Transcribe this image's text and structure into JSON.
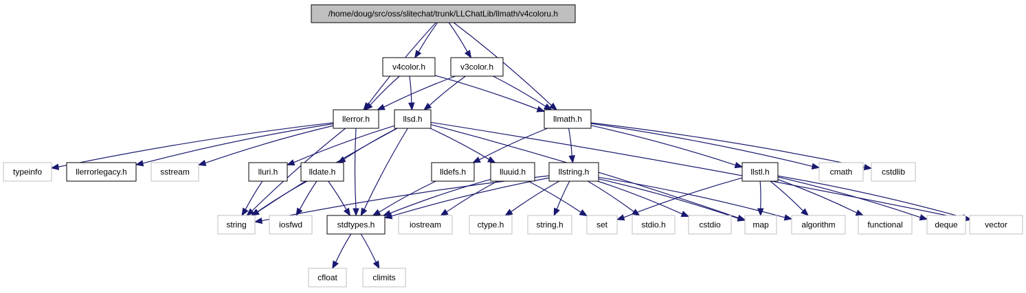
{
  "diagram": {
    "kind": "include-dependency-graph",
    "colors": {
      "edge": "#191970",
      "root_fill": "#bfbfbf",
      "documented_border": "#000000",
      "external_border": "#bfbfbf",
      "background": "#ffffff"
    },
    "nodes": [
      {
        "id": "root",
        "label": "/home/doug/src/oss/slitechat/trunk/LLChatLib/llmath/v4coloru.h",
        "style": "root"
      },
      {
        "id": "v4color",
        "label": "v4color.h",
        "style": "documented"
      },
      {
        "id": "v3color",
        "label": "v3color.h",
        "style": "documented"
      },
      {
        "id": "llerror",
        "label": "llerror.h",
        "style": "documented"
      },
      {
        "id": "llsd",
        "label": "llsd.h",
        "style": "documented"
      },
      {
        "id": "llmath",
        "label": "llmath.h",
        "style": "documented"
      },
      {
        "id": "typeinfo",
        "label": "typeinfo",
        "style": "external"
      },
      {
        "id": "llerrorlegacy",
        "label": "llerrorlegacy.h",
        "style": "documented"
      },
      {
        "id": "sstream",
        "label": "sstream",
        "style": "external"
      },
      {
        "id": "lluri",
        "label": "lluri.h",
        "style": "documented"
      },
      {
        "id": "lldate",
        "label": "lldate.h",
        "style": "documented"
      },
      {
        "id": "lldefs",
        "label": "lldefs.h",
        "style": "documented"
      },
      {
        "id": "lluuid",
        "label": "lluuid.h",
        "style": "documented"
      },
      {
        "id": "llstring",
        "label": "llstring.h",
        "style": "documented"
      },
      {
        "id": "llstl",
        "label": "llstl.h",
        "style": "documented"
      },
      {
        "id": "cmath",
        "label": "cmath",
        "style": "external"
      },
      {
        "id": "cstdlib",
        "label": "cstdlib",
        "style": "external"
      },
      {
        "id": "string",
        "label": "string",
        "style": "external"
      },
      {
        "id": "iosfwd",
        "label": "iosfwd",
        "style": "external"
      },
      {
        "id": "stdtypes",
        "label": "stdtypes.h",
        "style": "documented"
      },
      {
        "id": "iostream",
        "label": "iostream",
        "style": "external"
      },
      {
        "id": "ctype",
        "label": "ctype.h",
        "style": "external"
      },
      {
        "id": "string_h",
        "label": "string.h",
        "style": "external"
      },
      {
        "id": "set",
        "label": "set",
        "style": "external"
      },
      {
        "id": "stdio",
        "label": "stdio.h",
        "style": "external"
      },
      {
        "id": "cstdio",
        "label": "cstdio",
        "style": "external"
      },
      {
        "id": "map",
        "label": "map",
        "style": "external"
      },
      {
        "id": "algorithm",
        "label": "algorithm",
        "style": "external"
      },
      {
        "id": "functional",
        "label": "functional",
        "style": "external"
      },
      {
        "id": "deque",
        "label": "deque",
        "style": "external"
      },
      {
        "id": "vector",
        "label": "vector",
        "style": "external"
      },
      {
        "id": "cfloat",
        "label": "cfloat",
        "style": "external"
      },
      {
        "id": "climits",
        "label": "climits",
        "style": "external"
      }
    ],
    "edges": [
      {
        "from": "root",
        "to": "llerror"
      },
      {
        "from": "root",
        "to": "v4color"
      },
      {
        "from": "root",
        "to": "v3color"
      },
      {
        "from": "root",
        "to": "llmath"
      },
      {
        "from": "v4color",
        "to": "llerror"
      },
      {
        "from": "v4color",
        "to": "llsd"
      },
      {
        "from": "v4color",
        "to": "llmath"
      },
      {
        "from": "v3color",
        "to": "llerror"
      },
      {
        "from": "v3color",
        "to": "llsd"
      },
      {
        "from": "v3color",
        "to": "llmath"
      },
      {
        "from": "llerror",
        "to": "typeinfo"
      },
      {
        "from": "llerror",
        "to": "llerrorlegacy"
      },
      {
        "from": "llerror",
        "to": "sstream"
      },
      {
        "from": "llerror",
        "to": "string"
      },
      {
        "from": "llerror",
        "to": "stdtypes"
      },
      {
        "from": "llsd",
        "to": "lluri"
      },
      {
        "from": "llsd",
        "to": "lldate"
      },
      {
        "from": "llsd",
        "to": "lluuid"
      },
      {
        "from": "llsd",
        "to": "string"
      },
      {
        "from": "llsd",
        "to": "stdtypes"
      },
      {
        "from": "llsd",
        "to": "map"
      },
      {
        "from": "llsd",
        "to": "vector"
      },
      {
        "from": "llmath",
        "to": "lldefs"
      },
      {
        "from": "llmath",
        "to": "llstring"
      },
      {
        "from": "llmath",
        "to": "llstl"
      },
      {
        "from": "llmath",
        "to": "cmath"
      },
      {
        "from": "llmath",
        "to": "cstdlib"
      },
      {
        "from": "lluri",
        "to": "string"
      },
      {
        "from": "lldate",
        "to": "string"
      },
      {
        "from": "lldate",
        "to": "iosfwd"
      },
      {
        "from": "lldate",
        "to": "stdtypes"
      },
      {
        "from": "lldefs",
        "to": "stdtypes"
      },
      {
        "from": "lluuid",
        "to": "stdtypes"
      },
      {
        "from": "lluuid",
        "to": "iostream"
      },
      {
        "from": "lluuid",
        "to": "set"
      },
      {
        "from": "llstring",
        "to": "string"
      },
      {
        "from": "llstring",
        "to": "stdtypes"
      },
      {
        "from": "llstring",
        "to": "ctype"
      },
      {
        "from": "llstring",
        "to": "string_h"
      },
      {
        "from": "llstring",
        "to": "stdio"
      },
      {
        "from": "llstring",
        "to": "cstdio"
      },
      {
        "from": "llstring",
        "to": "map"
      },
      {
        "from": "llstring",
        "to": "algorithm"
      },
      {
        "from": "llstl",
        "to": "set"
      },
      {
        "from": "llstl",
        "to": "map"
      },
      {
        "from": "llstl",
        "to": "algorithm"
      },
      {
        "from": "llstl",
        "to": "functional"
      },
      {
        "from": "llstl",
        "to": "deque"
      },
      {
        "from": "llstl",
        "to": "vector"
      },
      {
        "from": "stdtypes",
        "to": "cfloat"
      },
      {
        "from": "stdtypes",
        "to": "climits"
      }
    ]
  }
}
